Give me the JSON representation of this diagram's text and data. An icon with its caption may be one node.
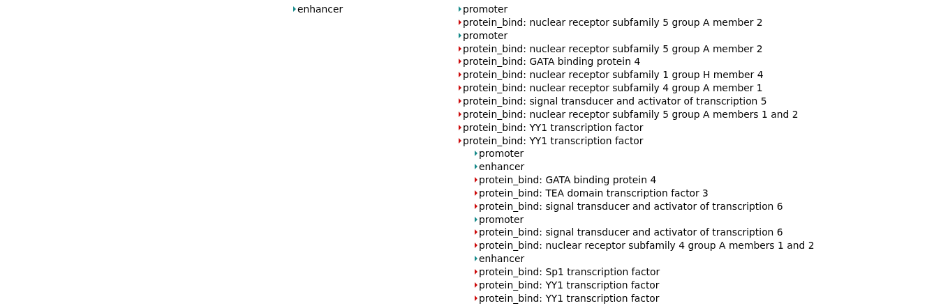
{
  "diagram": {
    "labels": [
      "enhancer",
      "promoter",
      "protein_bind: nuclear receptor subfamily 5 group A member 2",
      "promoter",
      "protein_bind: nuclear receptor subfamily 5 group A member 2",
      "protein_bind: GATA binding protein 4",
      "protein_bind: nuclear receptor subfamily 1 group H member 4",
      "protein_bind: nuclear receptor subfamily 4 group A member 1",
      "protein_bind: signal transducer and activator of transcription 5",
      "protein_bind: nuclear receptor subfamily 5 group A members 1 and 2",
      "protein_bind: YY1 transcription factor",
      "protein_bind: YY1 transcription factor",
      "promoter",
      "enhancer",
      "protein_bind: GATA binding protein 4",
      "protein_bind: TEA domain transcription factor 3",
      "protein_bind: signal transducer and activator of transcription 6",
      "promoter",
      "protein_bind: signal transducer and activator of transcription 6",
      "protein_bind: nuclear receptor subfamily 4 group A members 1 and 2",
      "enhancer",
      "protein_bind: Sp1 transcription factor",
      "protein_bind: YY1 transcription factor",
      "protein_bind: YY1 transcription factor"
    ]
  }
}
